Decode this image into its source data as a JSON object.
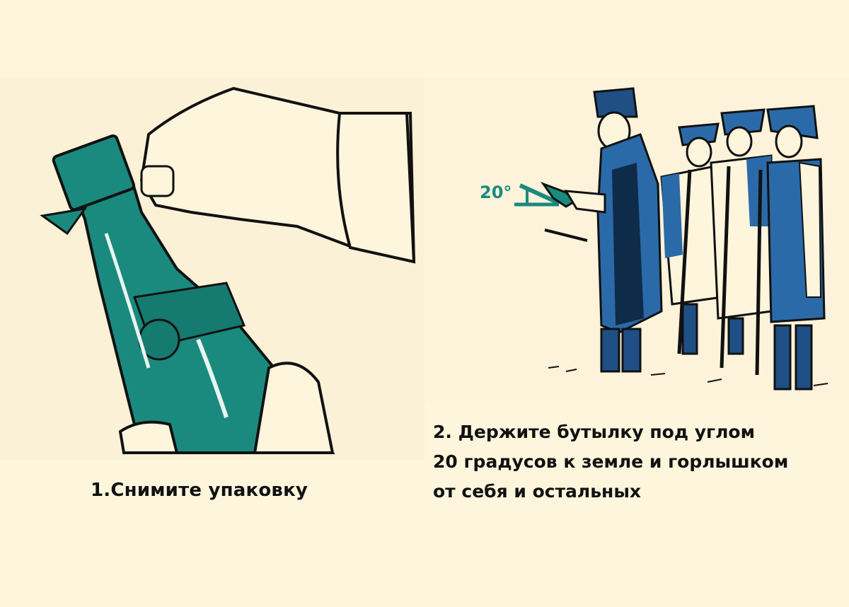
{
  "steps": [
    {
      "number": "1.",
      "text": "Снимите упаковку",
      "label": "1.Снимите упаковку",
      "illustration": "hand-removing-foil-from-champagne-bottle"
    },
    {
      "number": "2.",
      "lines": [
        "2. Держите бутылку под углом",
        "20 градусов к земле и горлышком",
        "от себя и остальных"
      ],
      "illustration": "officer-holding-bottle-with-soldiers",
      "angle_label": "20°"
    }
  ],
  "colors": {
    "background": "#fdf5dc",
    "bottle_teal": "#1a8a7e",
    "uniform_blue": "#2a6aa8",
    "ink": "#111111"
  }
}
